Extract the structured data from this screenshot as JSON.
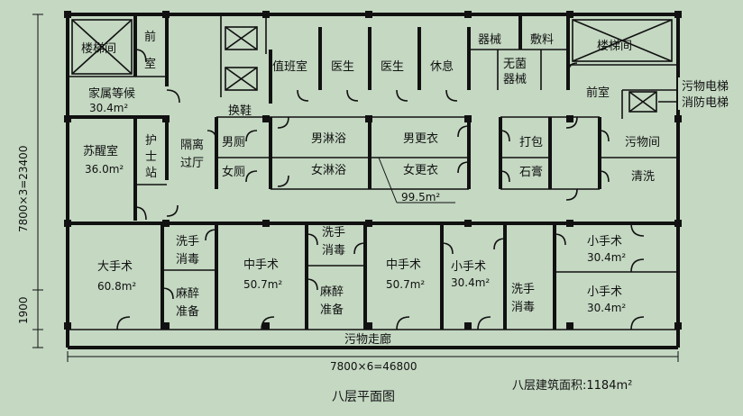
{
  "title": "八层平面图",
  "area_note": "八层建筑面积:1184m²",
  "dimensions": {
    "width_total": "7800×6=46800",
    "height_total": "7800×3=23400",
    "corridor_width": "1900"
  },
  "elevator_labels": {
    "line1": "污物电梯",
    "line2": "消防电梯"
  },
  "rooms": {
    "stair_left": "楼梯间",
    "front_room_left_1": "前",
    "front_room_left_2": "室",
    "family_waiting": "家属等候",
    "family_waiting_area": "30.4m²",
    "duty_room": "值班室",
    "doctor1": "医生",
    "doctor2": "医生",
    "rest": "休息",
    "instruments": "器械",
    "dressing": "敷料",
    "sterile1": "无菌",
    "sterile2": "器械",
    "stair_right": "楼梯间",
    "front_room_right": "前室",
    "change_shoes": "换鞋",
    "recovery": "苏醒室",
    "recovery_area": "36.0m²",
    "nurse1": "护",
    "nurse2": "士",
    "nurse3": "站",
    "isolation1": "隔离",
    "isolation2": "过厅",
    "mens_toilet": "男厕",
    "womens_toilet": "女厕",
    "mens_shower": "男淋浴",
    "womens_shower": "女淋浴",
    "mens_change": "男更衣",
    "womens_change": "女更衣",
    "hall_area": "99.5m²",
    "packing": "打包",
    "plaster": "石膏",
    "dirty_room": "污物间",
    "cleaning": "清洗",
    "large_or": "大手术",
    "large_or_area": "60.8m²",
    "scrub1_a": "洗手",
    "scrub1_b": "消毒",
    "anesth1_a": "麻醉",
    "anesth1_b": "准备",
    "medium_or1": "中手术",
    "medium_or1_area": "50.7m²",
    "scrub2_a": "洗手",
    "scrub2_b": "消毒",
    "anesth2_a": "麻醉",
    "anesth2_b": "准备",
    "medium_or2": "中手术",
    "medium_or2_area": "50.7m²",
    "small_or1": "小手术",
    "small_or1_area": "30.4m²",
    "scrub3_a": "洗手",
    "scrub3_b": "消毒",
    "small_or2": "小手术",
    "small_or2_area": "30.4m²",
    "small_or3": "小手术",
    "small_or3_area": "30.4m²",
    "dirty_corridor": "污物走廊"
  }
}
